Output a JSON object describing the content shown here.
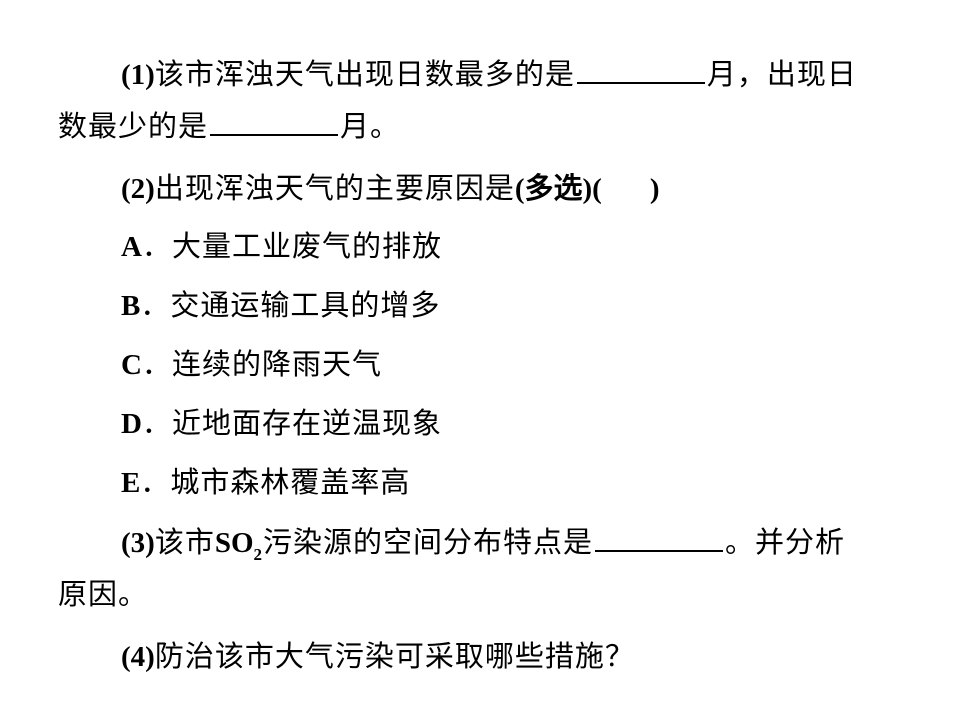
{
  "q1": {
    "num": "(1)",
    "text_a": "该市浑浊天气出现日数最多的是",
    "text_b": "月，出现日",
    "text_c": "数最少的是",
    "text_d": "月。"
  },
  "q2": {
    "num": "(2)",
    "text": "出现浑浊天气的主要原因是",
    "multi": "(多选)(",
    "close": ")"
  },
  "options": [
    {
      "letter": "A",
      "sep": "．",
      "text": "大量工业废气的排放"
    },
    {
      "letter": "B",
      "sep": "．",
      "text": "交通运输工具的增多"
    },
    {
      "letter": "C",
      "sep": "．",
      "text": "连续的降雨天气"
    },
    {
      "letter": "D",
      "sep": "．",
      "text": "近地面存在逆温现象"
    },
    {
      "letter": "E",
      "sep": "．",
      "text": "城市森林覆盖率高"
    }
  ],
  "q3": {
    "num": "(3)",
    "text_a": "该市",
    "chem": "SO",
    "chem_sub": "2",
    "text_b": "污染源的空间分布特点是",
    "text_c": "。并分析",
    "text_d": "原因。"
  },
  "q4": {
    "num": "(4)",
    "text": "防治该市大气污染可采取哪些措施？"
  }
}
